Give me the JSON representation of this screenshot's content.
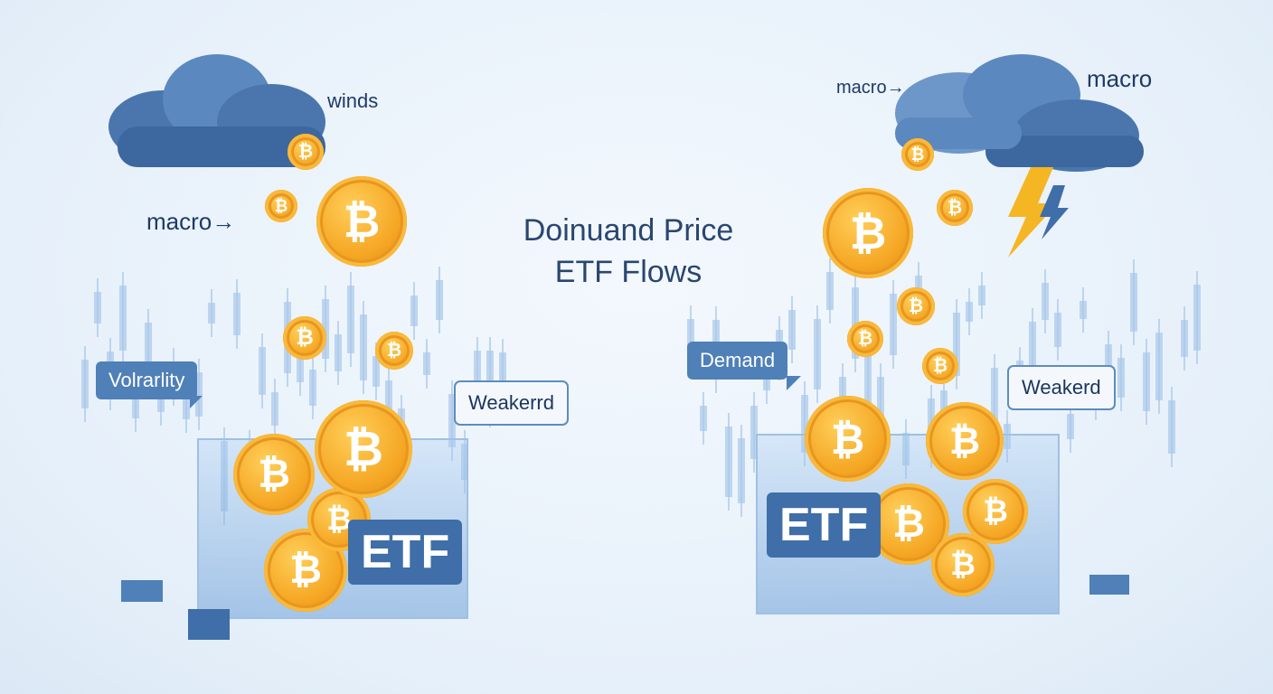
{
  "title": {
    "line1": "Doinuand Price",
    "line2": "ETF Flows"
  },
  "left": {
    "winds_label": "winds",
    "macro_label": "macro→",
    "bubble_filled": "Volrarlity",
    "bubble_outline": "Weakerrd",
    "etf_label": "ETF"
  },
  "right": {
    "macro_arrow_label": "macro→",
    "macro_label": "macro",
    "bubble_filled": "Demand",
    "bubble_outline": "Weakerd",
    "etf_label": "ETF"
  },
  "coin_symbol": "₿",
  "colors": {
    "coin": "#f5a623",
    "cloud": "#4d79b0",
    "etf_panel": "#3f6ea8",
    "background": "#e6f0fa",
    "lightning": "#f5b623"
  }
}
